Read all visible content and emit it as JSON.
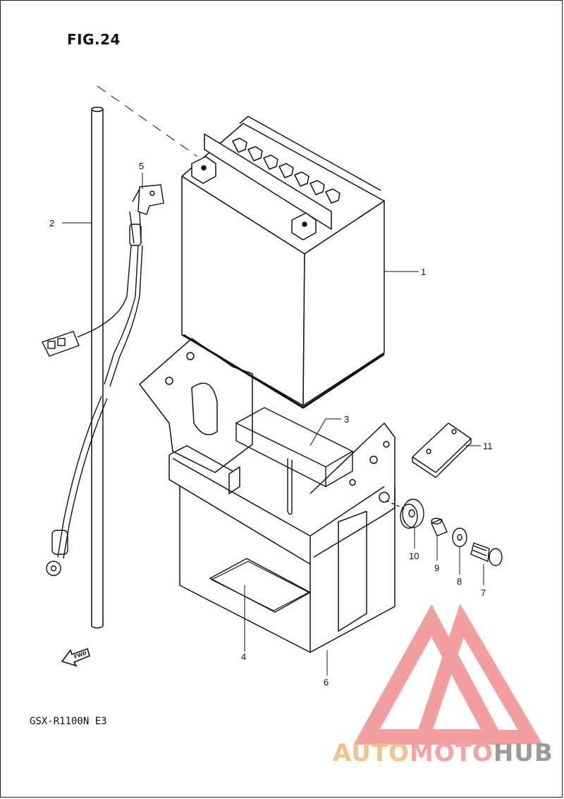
{
  "figure": {
    "title": "FIG.24"
  },
  "model": {
    "code": "GSX-R1100N  E3"
  },
  "fwd_label": "FWD",
  "callouts": {
    "c1": "1",
    "c2": "2",
    "c3": "3",
    "c4": "4",
    "c5": "5",
    "c6": "6",
    "c7": "7",
    "c8": "8",
    "c9": "9",
    "c10": "10",
    "c11": "11"
  },
  "watermark": {
    "part1": "AUTO",
    "part2": "MOTO",
    "part3": "HUB",
    "colors": {
      "auto": "#f6c08c",
      "moto": "#f2a3a3",
      "hub": "#9a9a9a",
      "logo": "#f08080"
    }
  }
}
